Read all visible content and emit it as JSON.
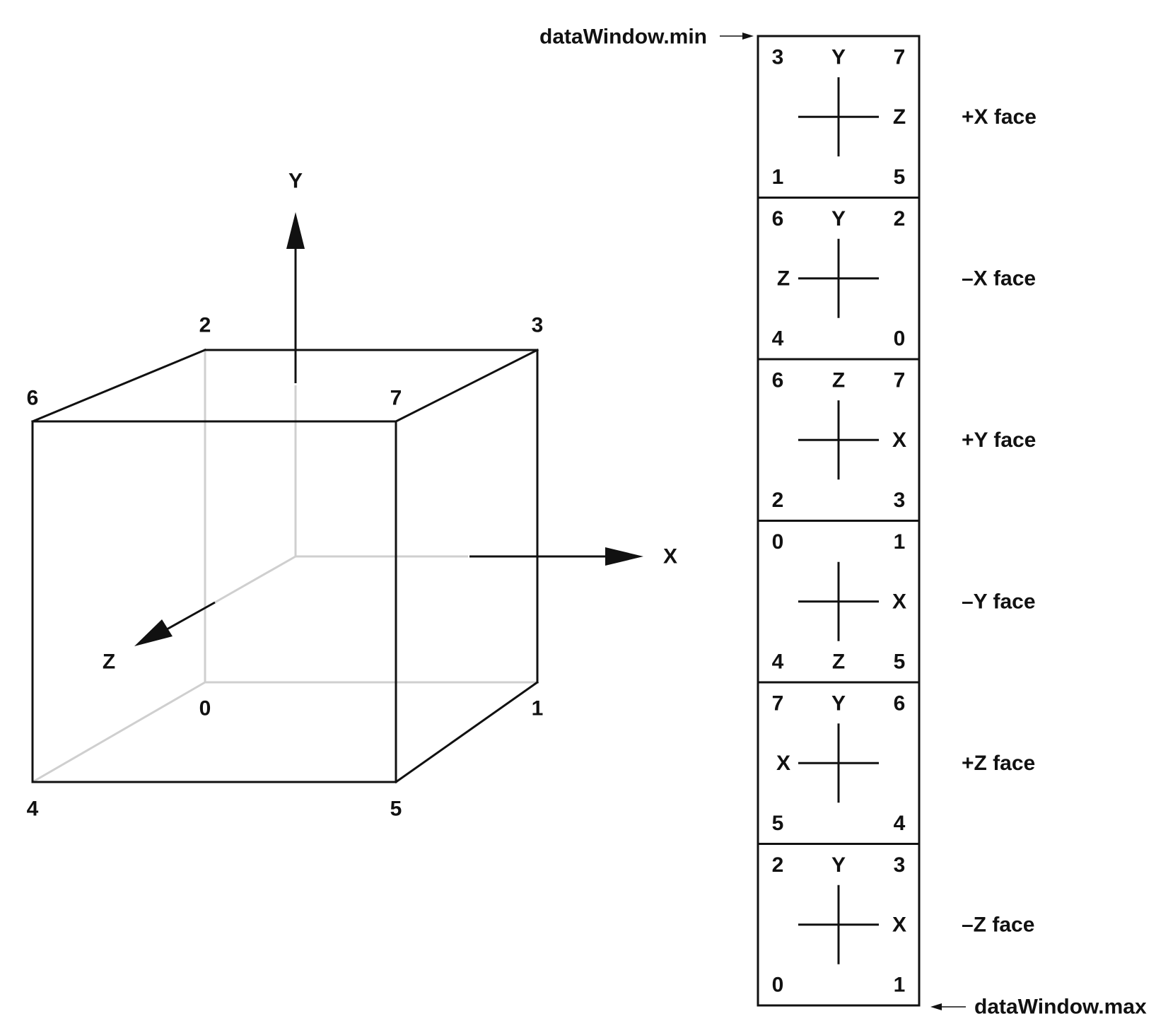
{
  "cube": {
    "vertices": {
      "v0": "0",
      "v1": "1",
      "v2": "2",
      "v3": "3",
      "v4": "4",
      "v5": "5",
      "v6": "6",
      "v7": "7"
    },
    "axes": {
      "x": "X",
      "y": "Y",
      "z": "Z"
    }
  },
  "strip": {
    "min_label": "dataWindow.min",
    "max_label": "dataWindow.max",
    "faces": [
      {
        "name": "+X face",
        "tl": "3",
        "top": "Y",
        "tr": "7",
        "left": "",
        "right": "Z",
        "bl": "1",
        "bottom": "",
        "br": "5"
      },
      {
        "name": "–X face",
        "tl": "6",
        "top": "Y",
        "tr": "2",
        "left": "Z",
        "right": "",
        "bl": "4",
        "bottom": "",
        "br": "0"
      },
      {
        "name": "+Y face",
        "tl": "6",
        "top": "Z",
        "tr": "7",
        "left": "",
        "right": "X",
        "bl": "2",
        "bottom": "",
        "br": "3"
      },
      {
        "name": "–Y face",
        "tl": "0",
        "top": "",
        "tr": "1",
        "left": "",
        "right": "X",
        "bl": "4",
        "bottom": "Z",
        "br": "5"
      },
      {
        "name": "+Z face",
        "tl": "7",
        "top": "Y",
        "tr": "6",
        "left": "X",
        "right": "",
        "bl": "5",
        "bottom": "",
        "br": "4"
      },
      {
        "name": "–Z face",
        "tl": "2",
        "top": "Y",
        "tr": "3",
        "left": "",
        "right": "X",
        "bl": "0",
        "bottom": "",
        "br": "1"
      }
    ]
  }
}
